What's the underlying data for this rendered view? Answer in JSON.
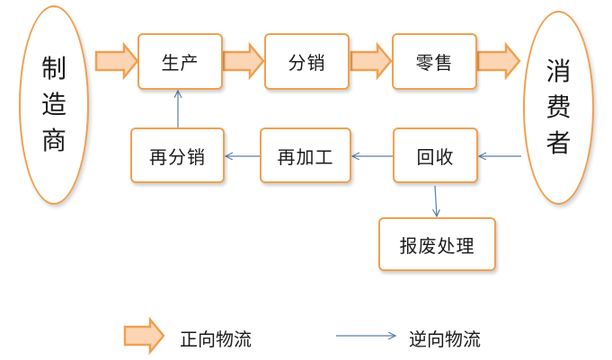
{
  "nodes": {
    "manufacturer": "制造商",
    "consumer": "消费者",
    "production": "生产",
    "distribution": "分销",
    "retail": "零售",
    "redistribution": "再分销",
    "reprocessing": "再加工",
    "recycling": "回收",
    "scrap_disposal": "报废处理"
  },
  "legend": {
    "forward": "正向物流",
    "reverse": "逆向物流"
  },
  "colors": {
    "forward_fill": "#fcd5b4",
    "forward_stroke": "#f0a050",
    "reverse_line": "#5b7fa8",
    "box_border": "#f0a050"
  }
}
